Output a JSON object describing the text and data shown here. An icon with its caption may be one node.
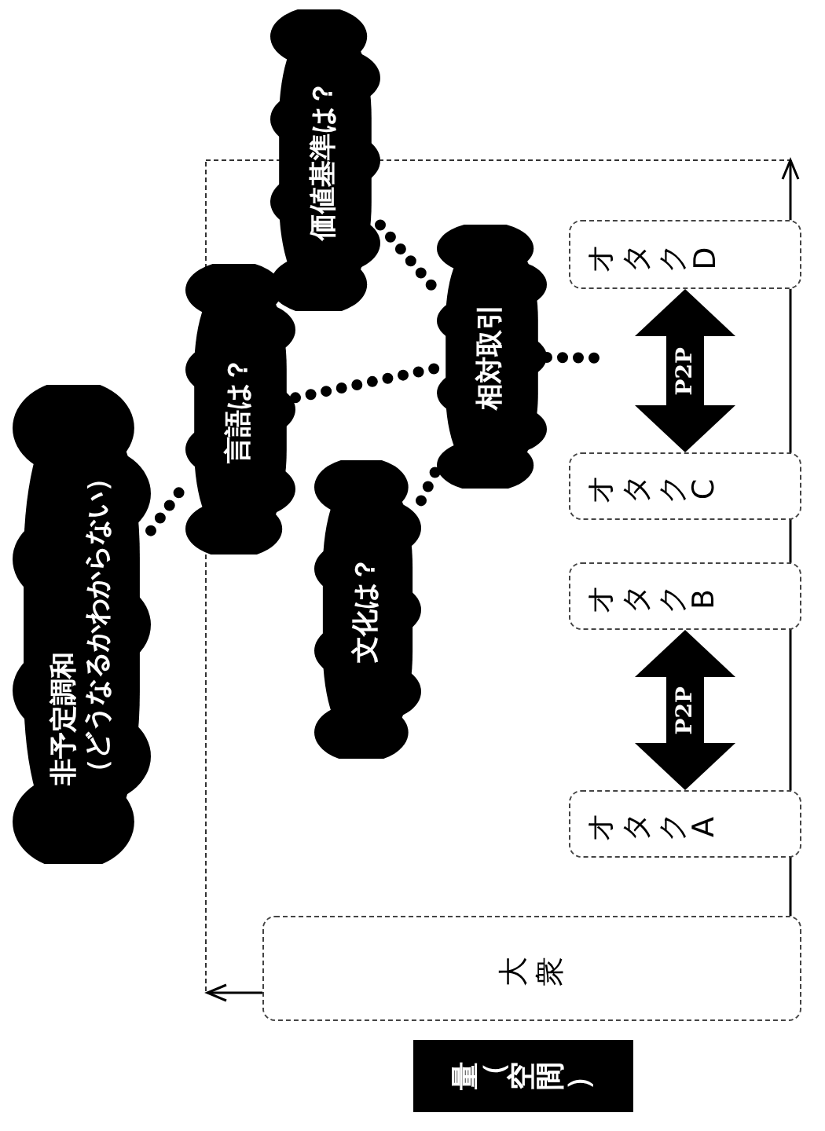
{
  "diagram": {
    "nodes": [
      {
        "text": [
          "非予定調和",
          "（どうなるかわからない）"
        ]
      },
      {
        "text": [
          "言語は？"
        ]
      },
      {
        "text": [
          "価値基準は？"
        ]
      },
      {
        "text": [
          "文化は？"
        ]
      },
      {
        "text": [
          "相対取引"
        ]
      },
      {
        "text": [
          "オタクD"
        ]
      },
      {
        "text": [
          "オタクC"
        ]
      },
      {
        "text": [
          "オタクB"
        ]
      },
      {
        "text": [
          "オタクA"
        ]
      },
      {
        "text": [
          "大衆"
        ]
      },
      {
        "text": [
          "量（空間）"
        ]
      }
    ],
    "edges": [
      {
        "from": 0,
        "to": 1,
        "arrow": "none",
        "style": "dashed"
      },
      {
        "from": 1,
        "to": 4,
        "arrow": "none",
        "style": "dashed"
      },
      {
        "from": 2,
        "to": 4,
        "arrow": "none",
        "style": "dashed"
      },
      {
        "from": 3,
        "to": 4,
        "arrow": "none",
        "style": "dashed"
      },
      {
        "from": 4,
        "to": null,
        "arrow": "none",
        "style": "dashed"
      },
      {
        "from": 5,
        "to": 6,
        "arrow": "both",
        "style": "thick",
        "label": "P2P"
      },
      {
        "from": 7,
        "to": 8,
        "arrow": "both",
        "style": "thick",
        "label": "P2P"
      }
    ]
  }
}
